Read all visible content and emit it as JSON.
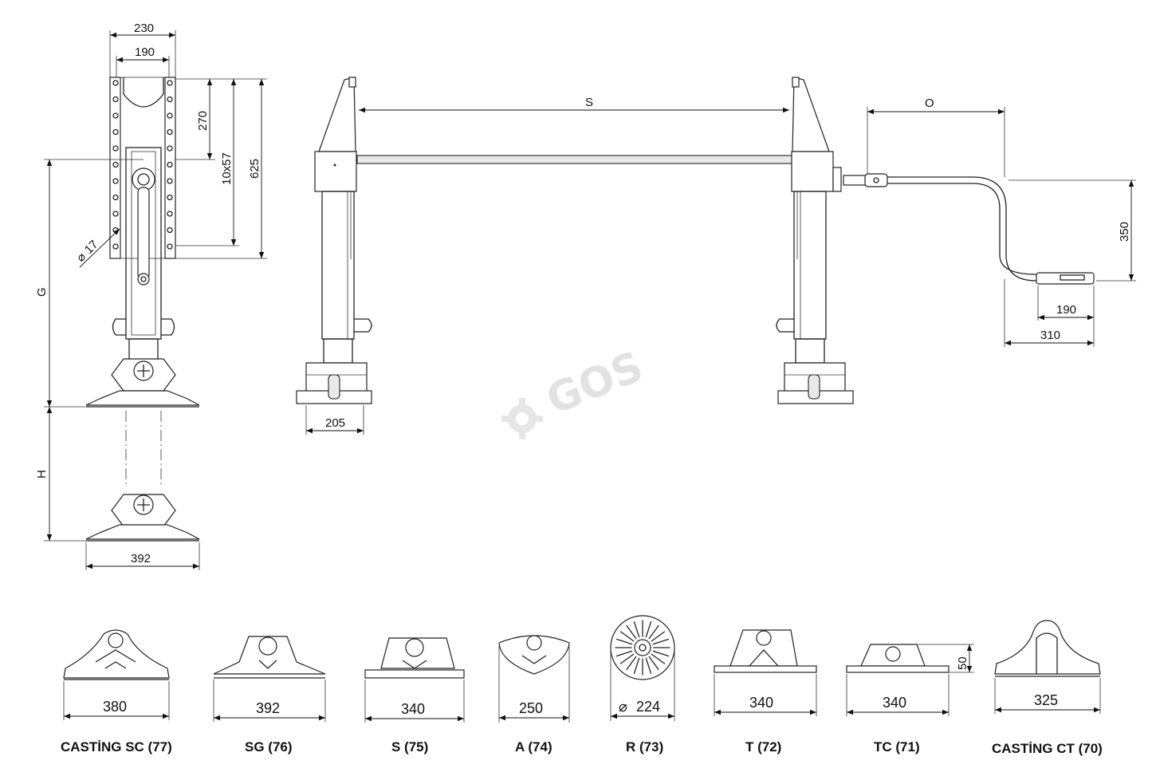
{
  "watermark": {
    "text": "GOS"
  },
  "side_view": {
    "top_width": "230",
    "inner_width": "190",
    "hole_spacing": "270",
    "hole_pitch": "10x57",
    "bracket_height": "625",
    "hole_diameter": "17",
    "dim_g": "G",
    "dim_h": "H",
    "foot_width": "392"
  },
  "front_view": {
    "shaft_length": "S",
    "foot_width": "205",
    "handle_offset": "O",
    "handle_drop": "350",
    "handle_grip": "190",
    "handle_reach": "310"
  },
  "feet": [
    {
      "value": "380",
      "label": "CASTİNG SC (77)"
    },
    {
      "value": "392",
      "label": "SG (76)"
    },
    {
      "value": "340",
      "label": "S (75)"
    },
    {
      "value": "250",
      "label": "A (74)"
    },
    {
      "value": "224",
      "label": "R (73)"
    },
    {
      "value": "340",
      "label": "T (72)"
    },
    {
      "value": "340",
      "label": "TC (71)"
    },
    {
      "value": "325",
      "label": "CASTİNG CT (70)"
    }
  ],
  "tc_height": "50"
}
